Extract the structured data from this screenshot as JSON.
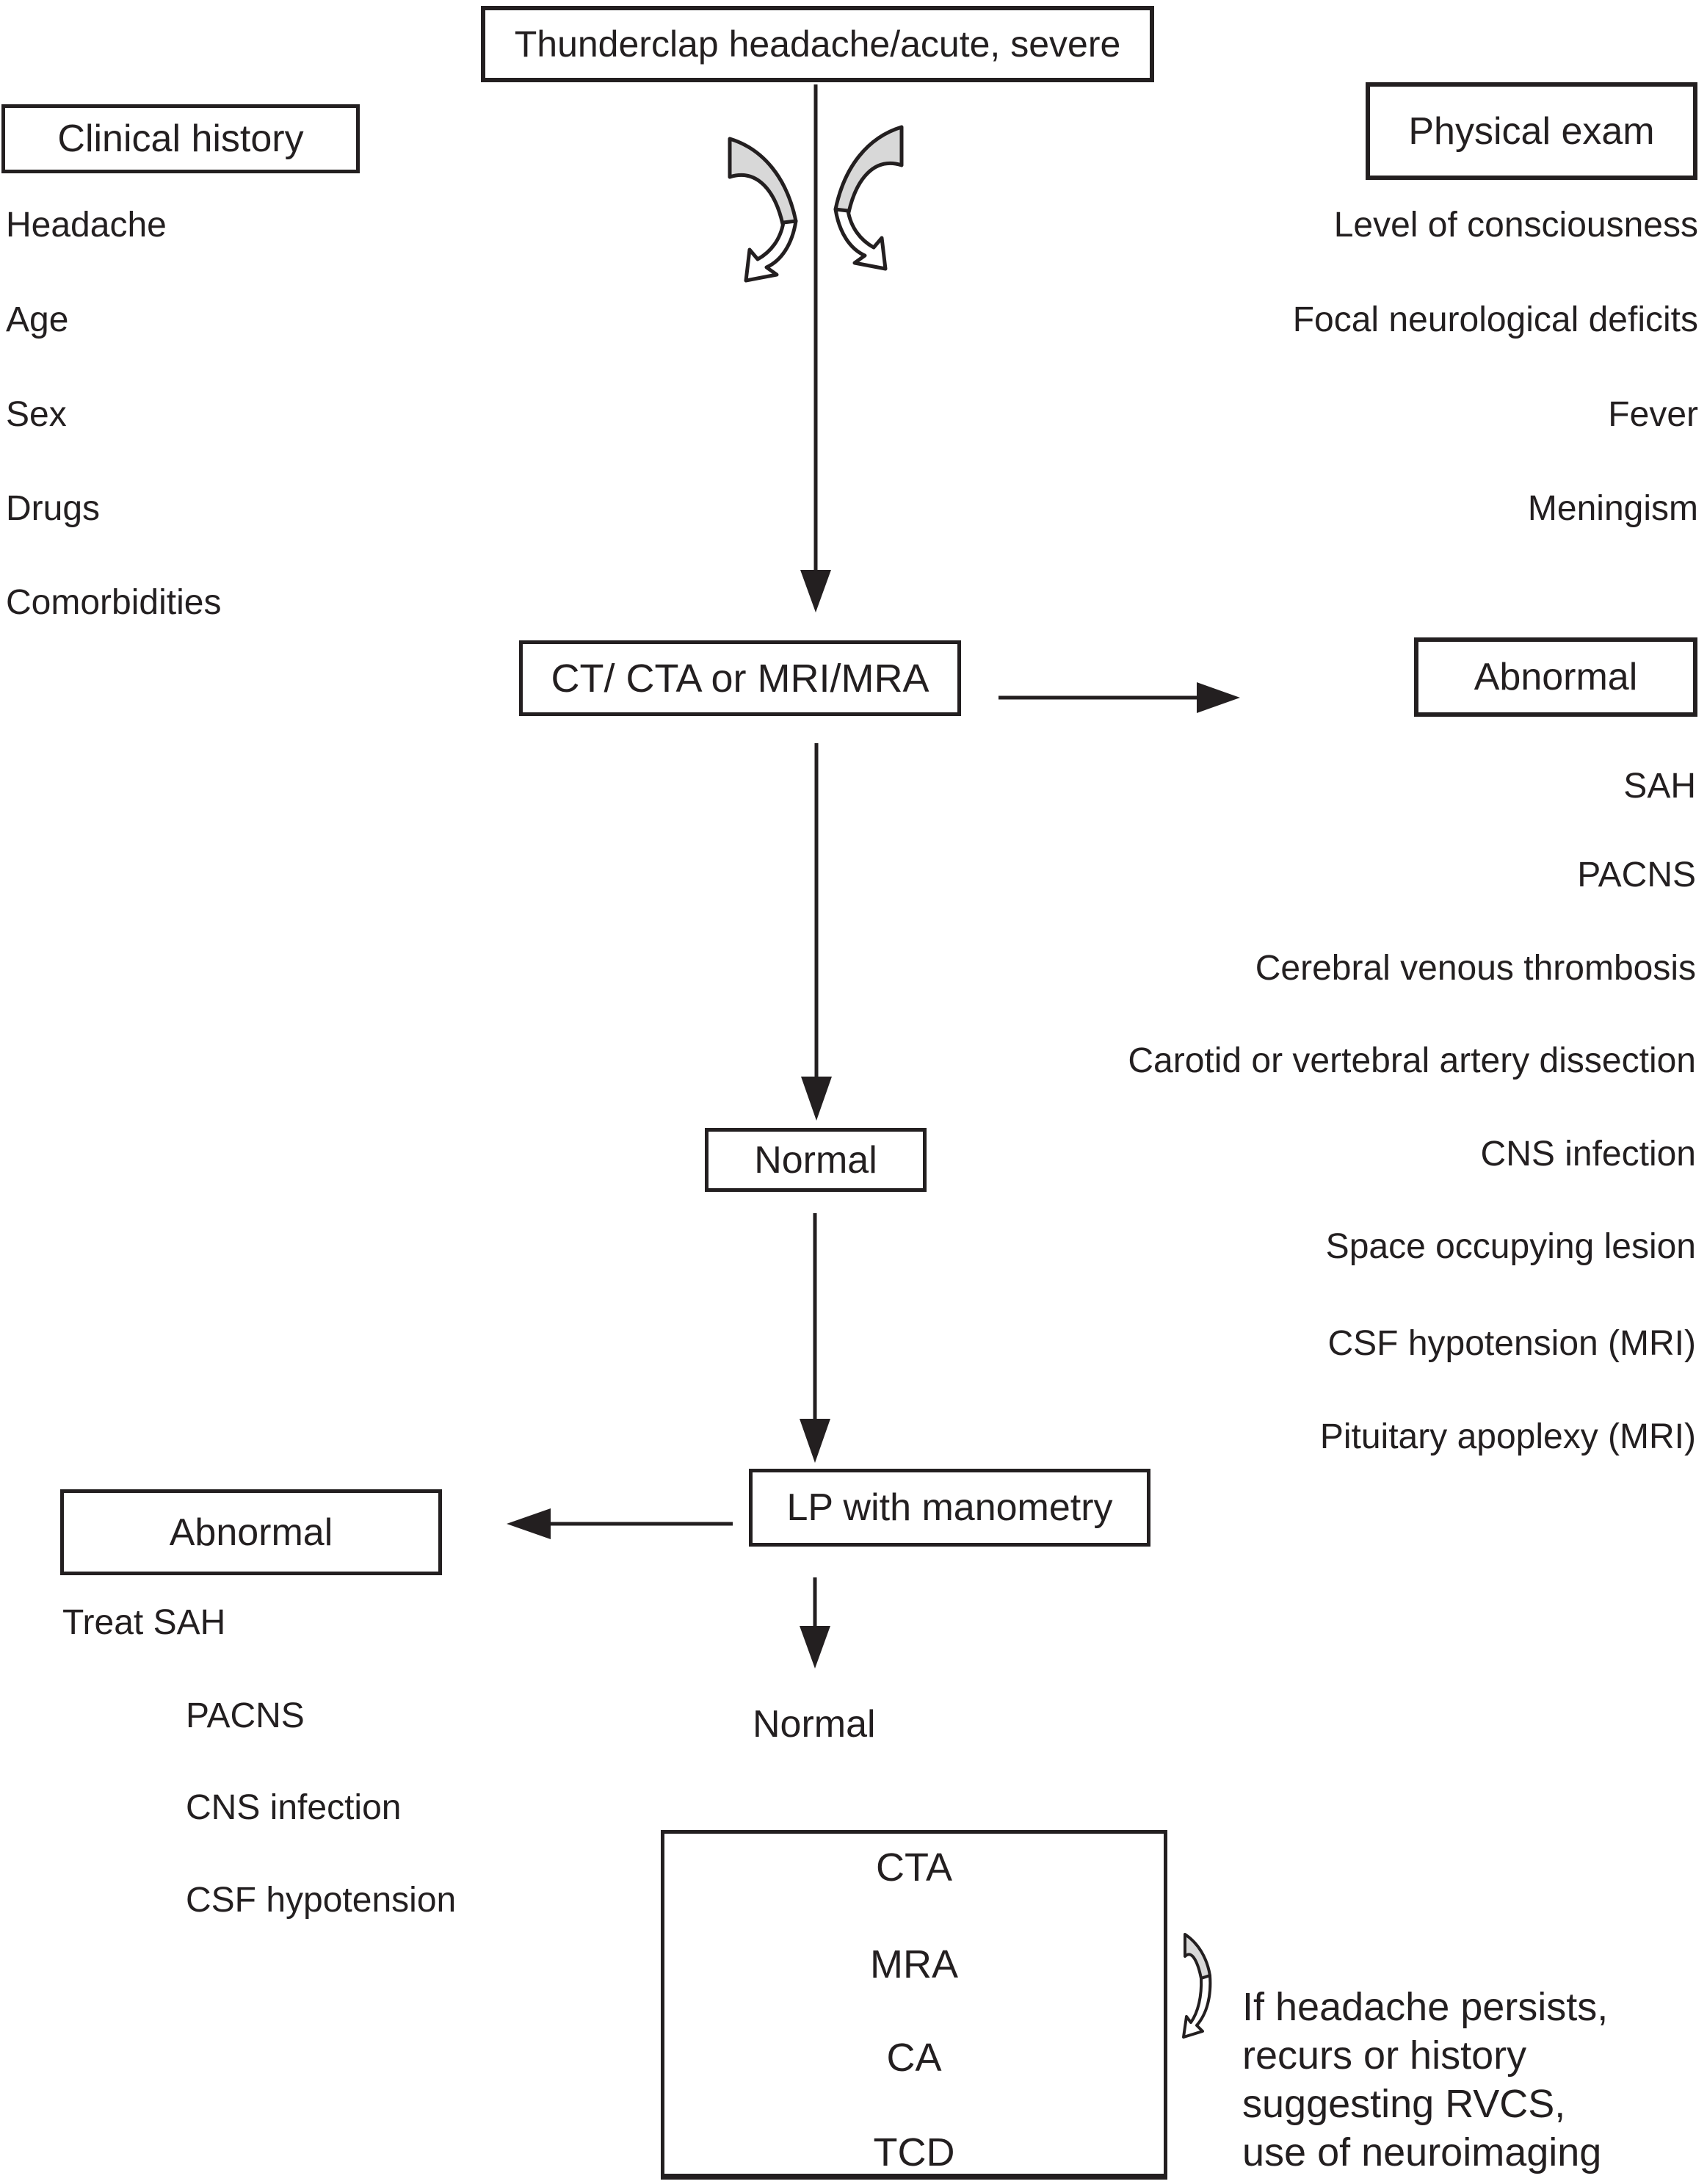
{
  "figure": {
    "background": "#ffffff",
    "ink_color": "#231f20",
    "curved_arrow_fill": "#d8d8d8"
  },
  "nodes": {
    "start": {
      "label": "Thunderclap headache/acute, severe"
    },
    "clinical_history": {
      "title": "Clinical history",
      "items": [
        "Headache",
        "Age",
        "Sex",
        "Drugs",
        "Comorbidities"
      ]
    },
    "physical_exam": {
      "title": "Physical exam",
      "items": [
        "Level of consciousness",
        "Focal neurological deficits",
        "Fever",
        "Meningism"
      ]
    },
    "imaging": {
      "label": "CT/ CTA or MRI/MRA"
    },
    "imaging_abnormal": {
      "title": "Abnormal",
      "items": [
        "SAH",
        "PACNS",
        "Cerebral venous thrombosis",
        "Carotid or vertebral artery dissection",
        "CNS infection",
        "Space occupying lesion",
        "CSF hypotension (MRI)",
        "Pituitary apoplexy (MRI)"
      ]
    },
    "imaging_normal": {
      "label": "Normal"
    },
    "lp": {
      "label": "LP with manometry"
    },
    "lp_abnormal": {
      "title": "Abnormal",
      "items": [
        "Treat SAH",
        "PACNS",
        "CNS infection",
        "CSF hypotension"
      ]
    },
    "lp_normal": {
      "label": "Normal"
    },
    "vascular_workup": {
      "items": [
        "CTA",
        "MRA",
        "CA",
        "TCD"
      ]
    },
    "note": {
      "lines": [
        "If headache persists,",
        "recurs or history",
        "suggesting RVCS,",
        "use of neuroimaging"
      ]
    }
  }
}
